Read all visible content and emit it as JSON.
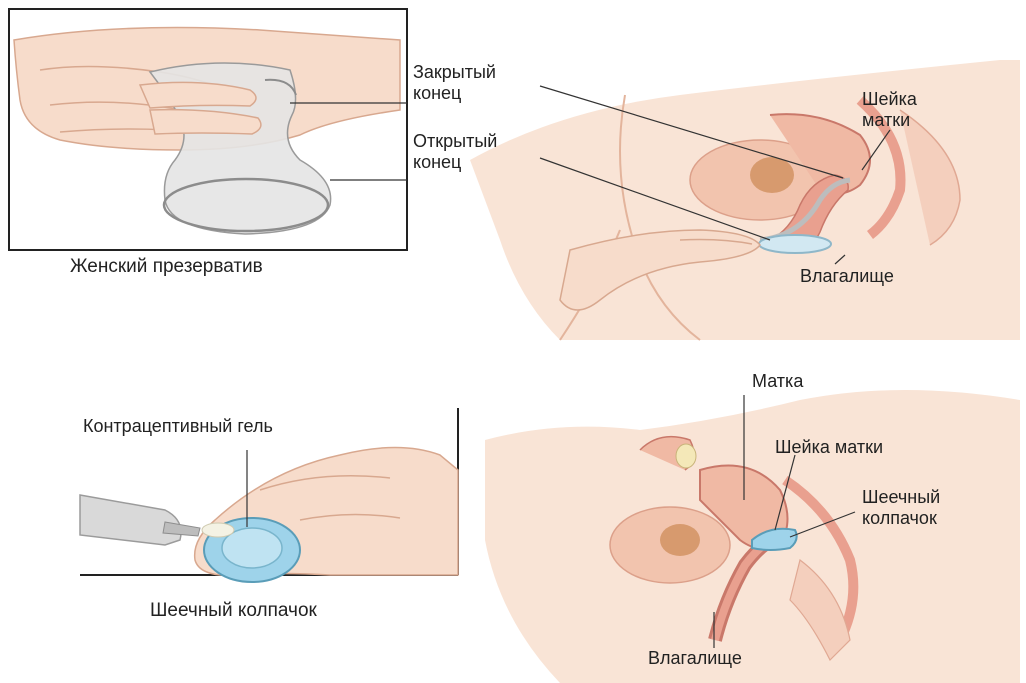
{
  "colors": {
    "skin": "#f7dccb",
    "skin_shadow": "#eec3aa",
    "tissue": "#e9a08f",
    "tissue_dark": "#c9786a",
    "organ": "#f0b9a4",
    "condom": "#dcdcdc",
    "cap": "#9ed3ea",
    "line": "#333333"
  },
  "panels": {
    "female_condom": {
      "caption": "Женский презерватив",
      "icon": "female-condom-in-hand"
    },
    "condom_insertion": {
      "labels": {
        "closed_end": "Закрытый\nконец",
        "open_end": "Открытый\nконец",
        "cervix": "Шейка\nматки",
        "vagina": "Влагалище"
      },
      "icon": "pelvis-cross-section"
    },
    "cervical_cap": {
      "labels": {
        "gel": "Контрацептивный гель"
      },
      "caption": "Шеечный колпачок",
      "icon": "cervical-cap-with-gel"
    },
    "cap_insertion": {
      "labels": {
        "uterus": "Матка",
        "cervix": "Шейка матки",
        "cervical_cap": "Шеечный\nколпачок",
        "vagina": "Влагалище"
      },
      "icon": "pelvis-cross-section"
    }
  }
}
